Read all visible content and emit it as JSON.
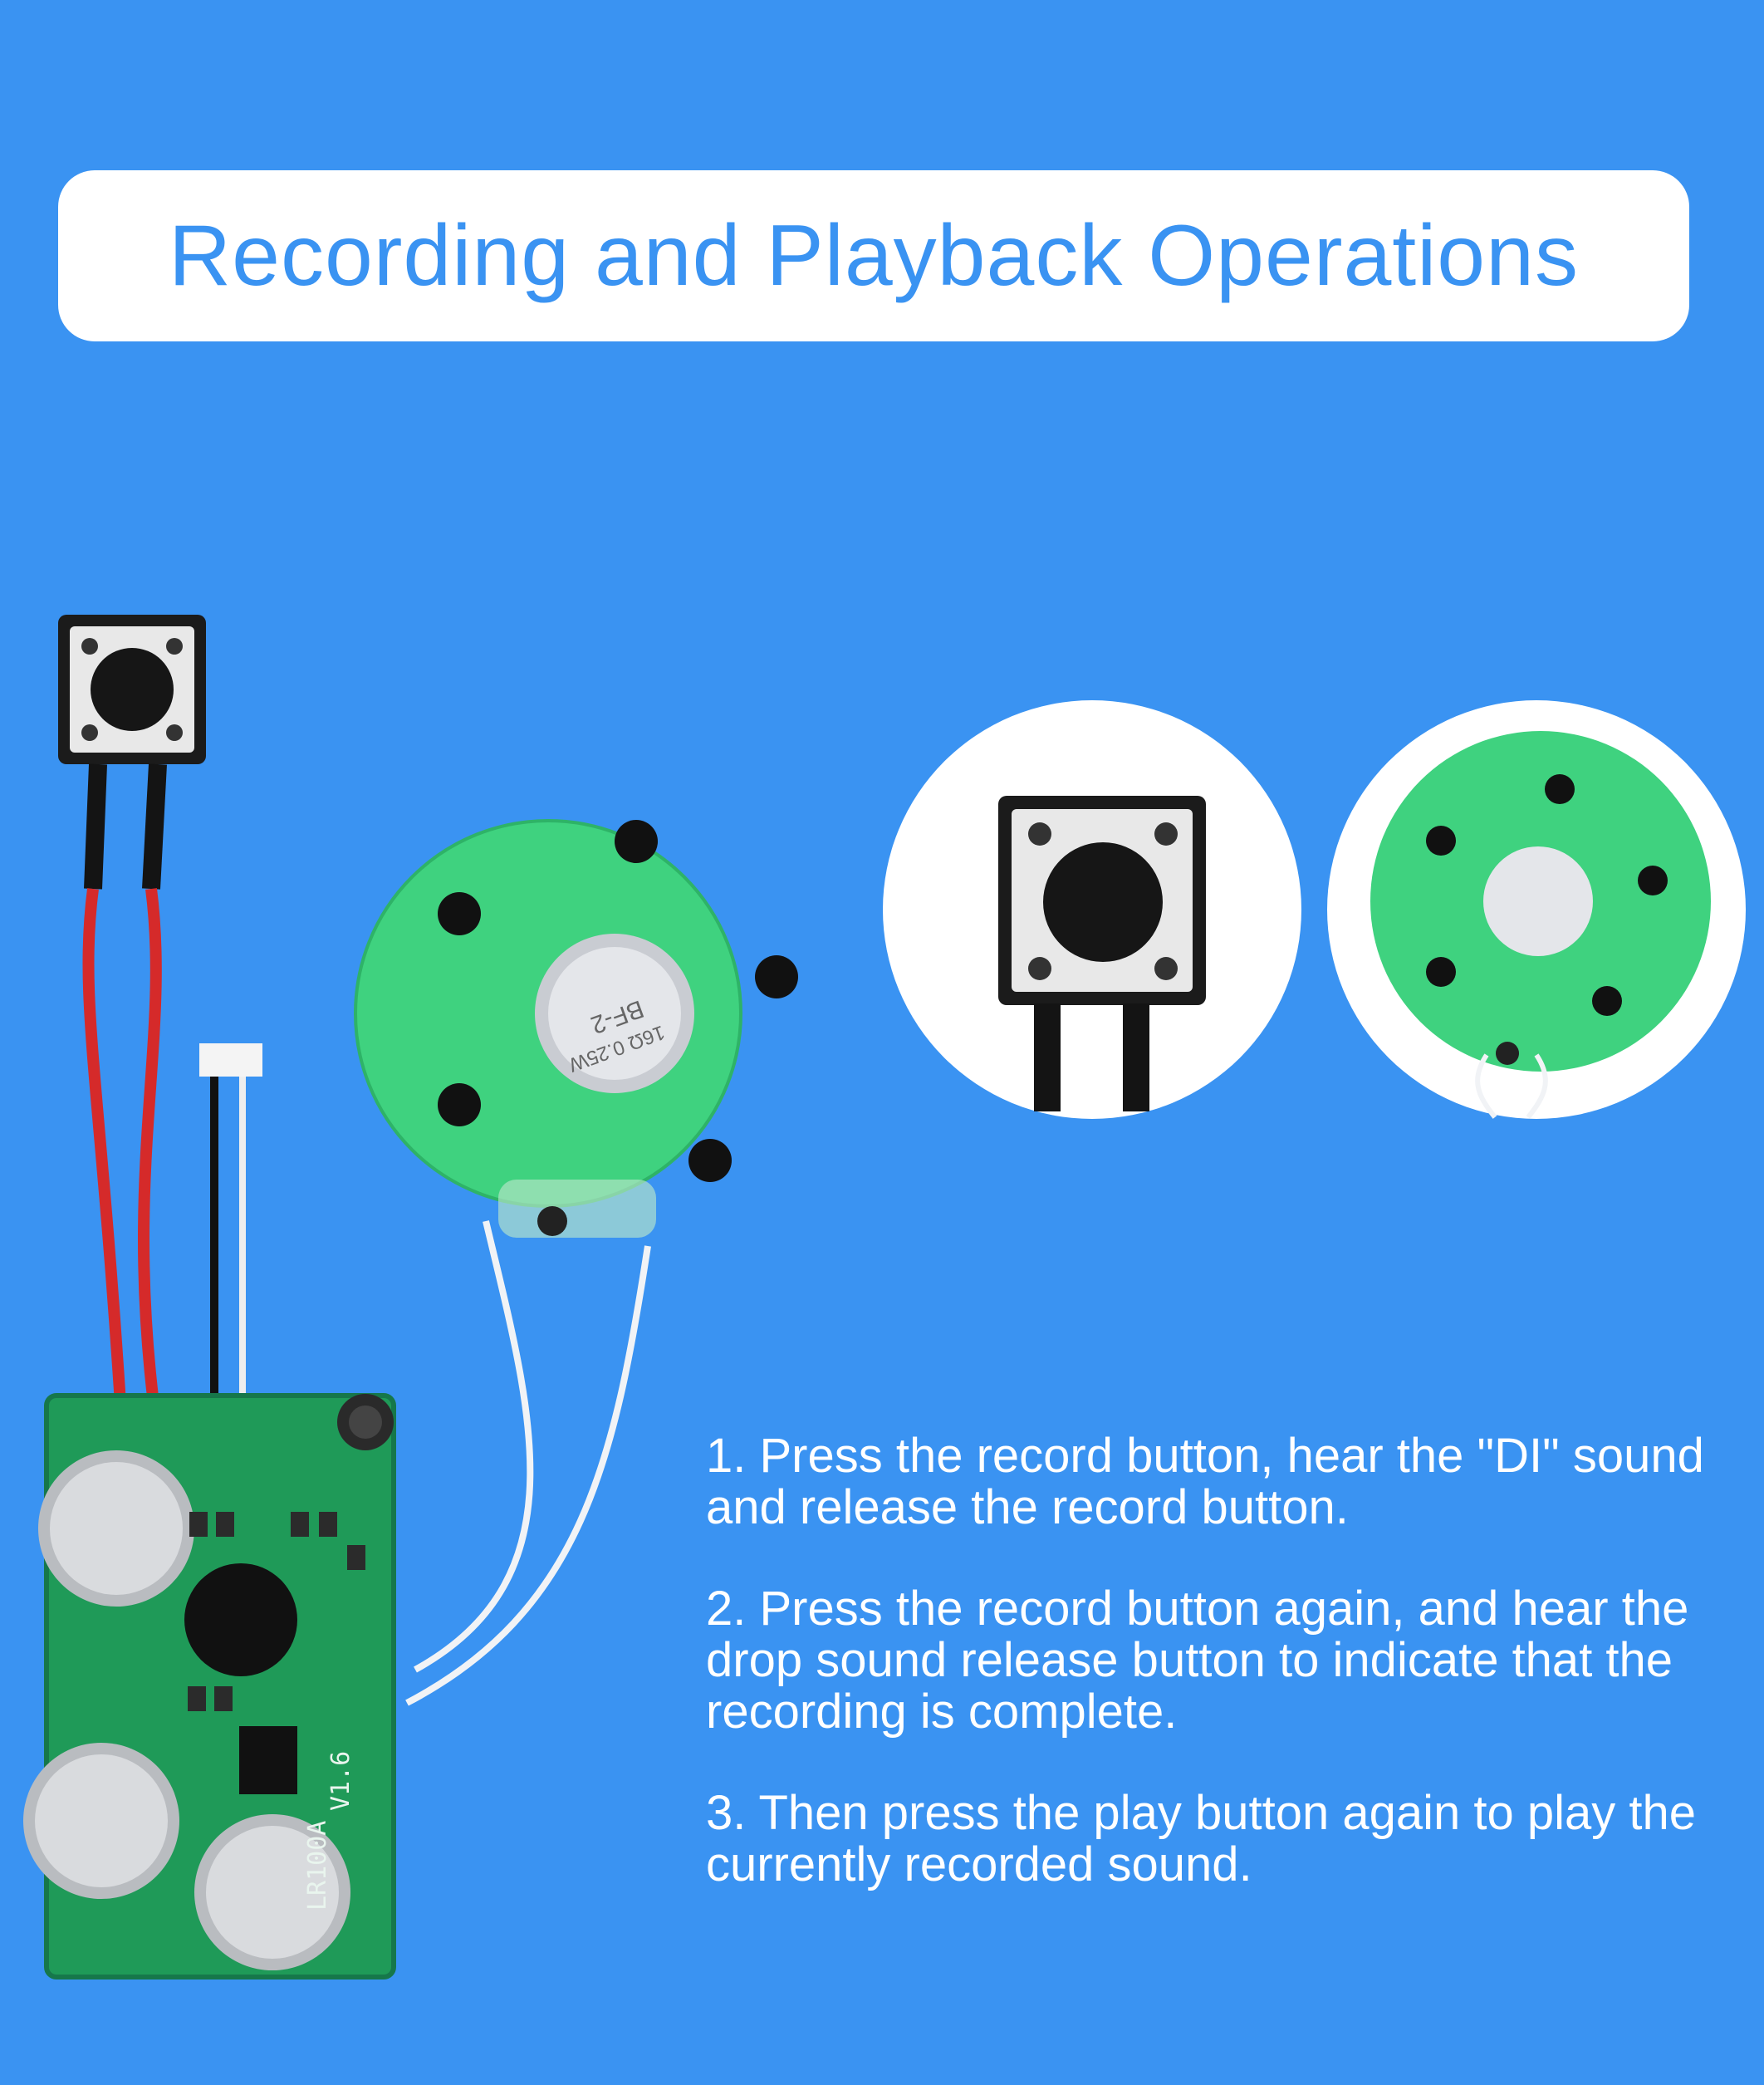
{
  "colors": {
    "background": "#3a93f2",
    "title_box": "#ffffff",
    "title_text": "#3a93f2",
    "instruction_text": "#ffffff",
    "pcb": "#1f9a58",
    "speaker": "#3fd27f"
  },
  "title": "Recording and Playback Operations",
  "instructions": [
    "1. Press the record button, hear the \"DI\" sound and release the record button.",
    "2. Press the record button again, and hear the drop sound release button to indicate that the recording is complete.",
    "3. Then press the play button again to play the currently recorded sound."
  ],
  "product_marks": {
    "speaker_label_1": "BF-2",
    "speaker_label_2": "16Ω 0.25W",
    "pcb_label_1": "V1.6",
    "pcb_label_2": "LR100A"
  }
}
